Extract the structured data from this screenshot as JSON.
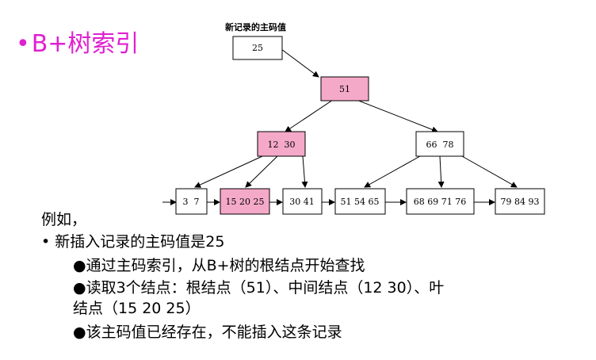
{
  "title": {
    "bullet": "•",
    "text": "B+树索引"
  },
  "diagram": {
    "caption": "新记录的主码值",
    "new_key": "25",
    "root": "51",
    "internal_left": "12  30",
    "internal_right": "66  78",
    "leaves": [
      "3  7",
      "15 20 25",
      "30 41",
      "51 54 65",
      "68 69 71 76",
      "79 84 93"
    ],
    "colors": {
      "highlight": "#f5a9c8",
      "normal": "#ffffff",
      "stroke": "#000000"
    }
  },
  "text": {
    "intro": "例如，",
    "bullet1": "• 新插入记录的主码值是25",
    "sub1": "●通过主码索引，从B+树的根结点开始查找",
    "sub2_line1": "●读取3个结点：根结点（51）、中间结点（12 30）、叶",
    "sub2_line2": "结点（15 20 25）",
    "sub3": "●该主码值已经存在，不能插入这条记录"
  }
}
